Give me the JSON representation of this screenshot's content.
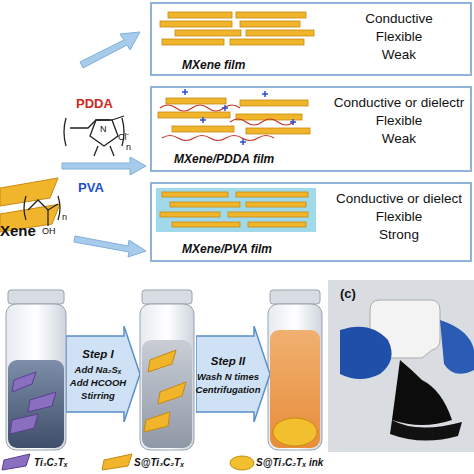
{
  "diagram": {
    "nodes": [
      {
        "text": [
          "MXene film",
          "Conductive",
          "Flexible",
          "Weak"
        ]
      },
      {
        "text": [
          "MXene/PDDA film",
          "Conductive or dielectr",
          "Flexible",
          "Weak"
        ]
      },
      {
        "text": [
          "MXene/PVA film",
          "Conductive or dielect",
          "Flexible",
          "Strong"
        ]
      },
      {
        "text": [
          "Step I",
          "Add Na₂Sₓ",
          "Add HCOOH",
          "Stirring"
        ]
      },
      {
        "text": [
          "Step II",
          "Wash N times",
          "Centrifugation"
        ]
      }
    ],
    "labels": [
      "Xene",
      "PDDA",
      "N",
      "Cl⁻",
      "n",
      "PVA",
      "n",
      "OH",
      "(c)"
    ],
    "legend": [
      {
        "text": "Ti₃C₂Tₓ"
      },
      {
        "text": "S@Ti₃C₂Tₓ"
      },
      {
        "text": "S@Ti₃C₂Tₓ ink"
      }
    ]
  }
}
